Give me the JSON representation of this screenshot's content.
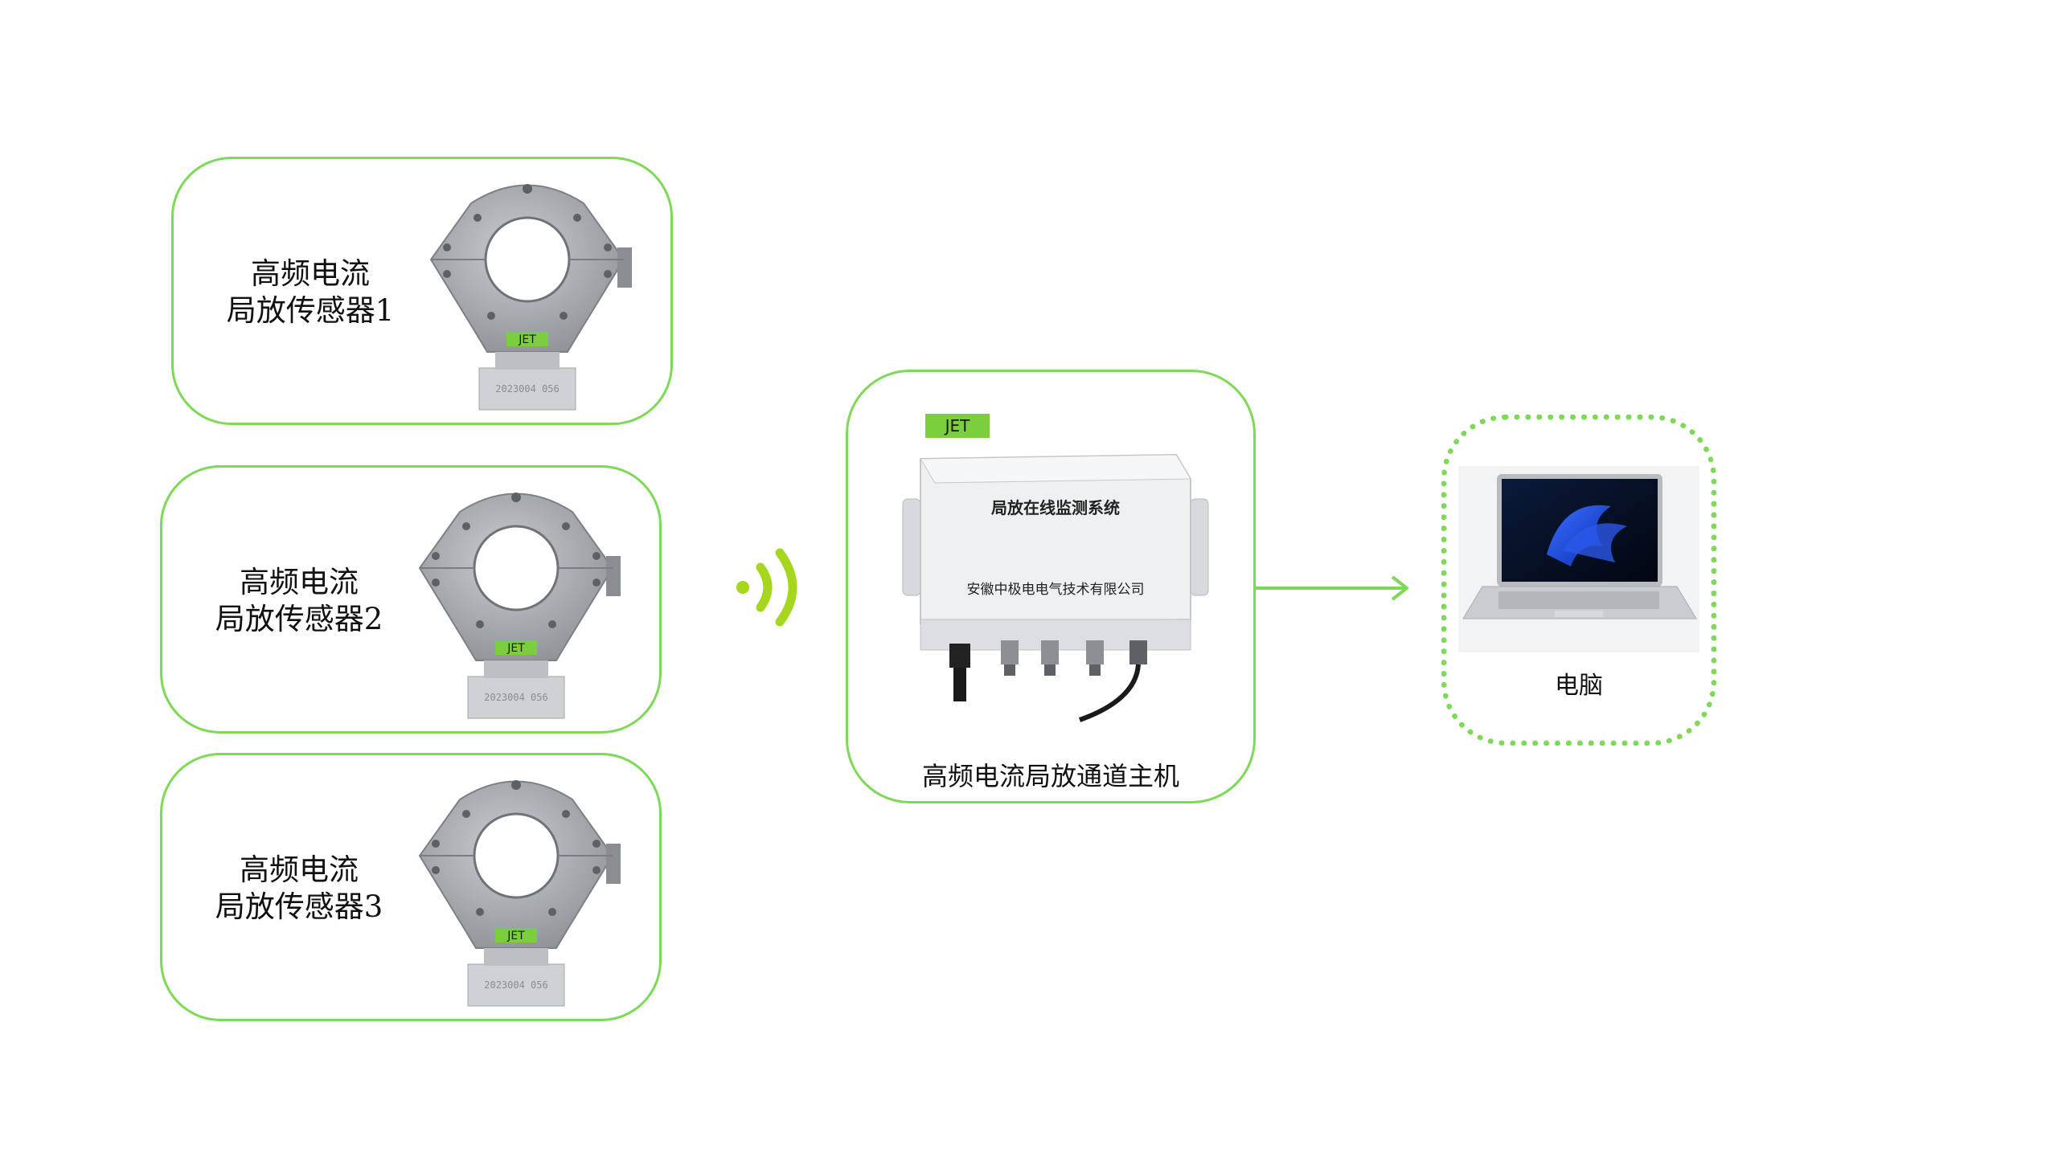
{
  "sensors": [
    {
      "line1": "高频电流",
      "line2": "局放传感器1",
      "brand": "JET",
      "serial": "2023004 056"
    },
    {
      "line1": "高频电流",
      "line2": "局放传感器2",
      "brand": "JET",
      "serial": "2023004 056"
    },
    {
      "line1": "高频电流",
      "line2": "局放传感器3",
      "brand": "JET",
      "serial": "2023004 056"
    }
  ],
  "host": {
    "label": "高频电流局放通道主机",
    "brand": "JET",
    "panel_title": "局放在线监测系统",
    "panel_company": "安徽中极电电气技术有限公司"
  },
  "pc": {
    "label": "电脑"
  },
  "colors": {
    "accent_green": "#7ed957",
    "device_gray": "#a7abaf",
    "brand_green": "#7ccf3c"
  },
  "icons": {
    "wireless": "wifi-signal-icon",
    "arrow": "arrow-right-icon"
  }
}
